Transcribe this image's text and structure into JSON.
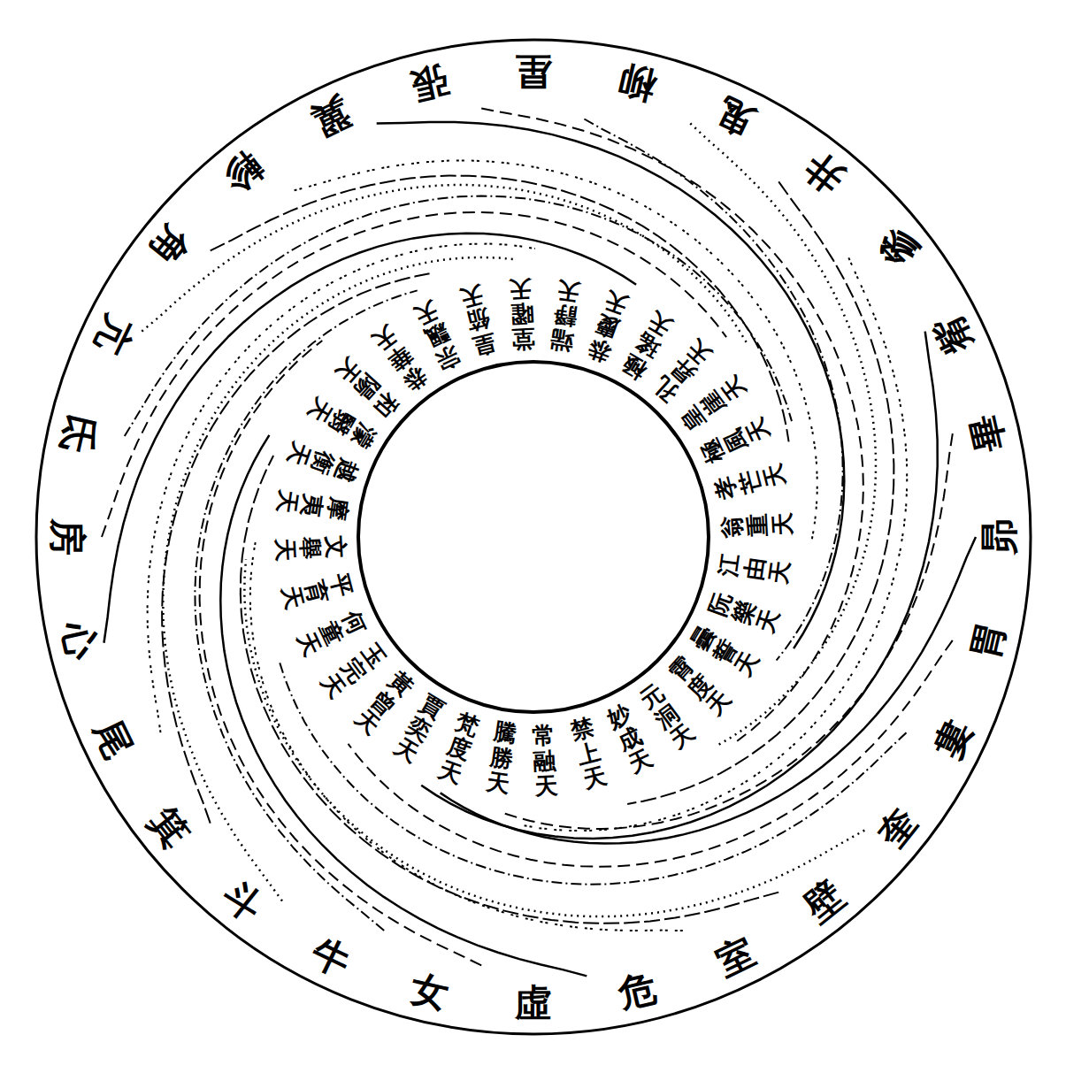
{
  "diagram": {
    "labels": [
      "角",
      "亢",
      "氐",
      "房",
      "心",
      "尾",
      "箕",
      "斗",
      "牛",
      "女",
      "虛",
      "危",
      "室",
      "壁",
      "奎",
      "婁",
      "胃",
      "昴",
      "畢",
      "觜",
      "參",
      "井",
      "鬼",
      "柳",
      "星",
      "張",
      "翼",
      "軫",
      "霄度天",
      "元洞天",
      "妙成天",
      "禁上天",
      "常融天",
      "騰勝天",
      "梵度天",
      "賈奕天",
      "黃曾天",
      "玉完天",
      "何童天",
      "平育天",
      "文舉天",
      "摩夷天",
      "越衡天",
      "濛翳天",
      "和陽天",
      "恭華天",
      "宗飄天",
      "皇笳天",
      "堂曜天",
      "端靜天",
      "恭慶天",
      "極瑤天",
      "孔昇天",
      "皇崖天",
      "極風天",
      "孝芒天",
      "翁重天",
      "江由天",
      "阮樂天",
      "曇誓天"
    ]
  }
}
